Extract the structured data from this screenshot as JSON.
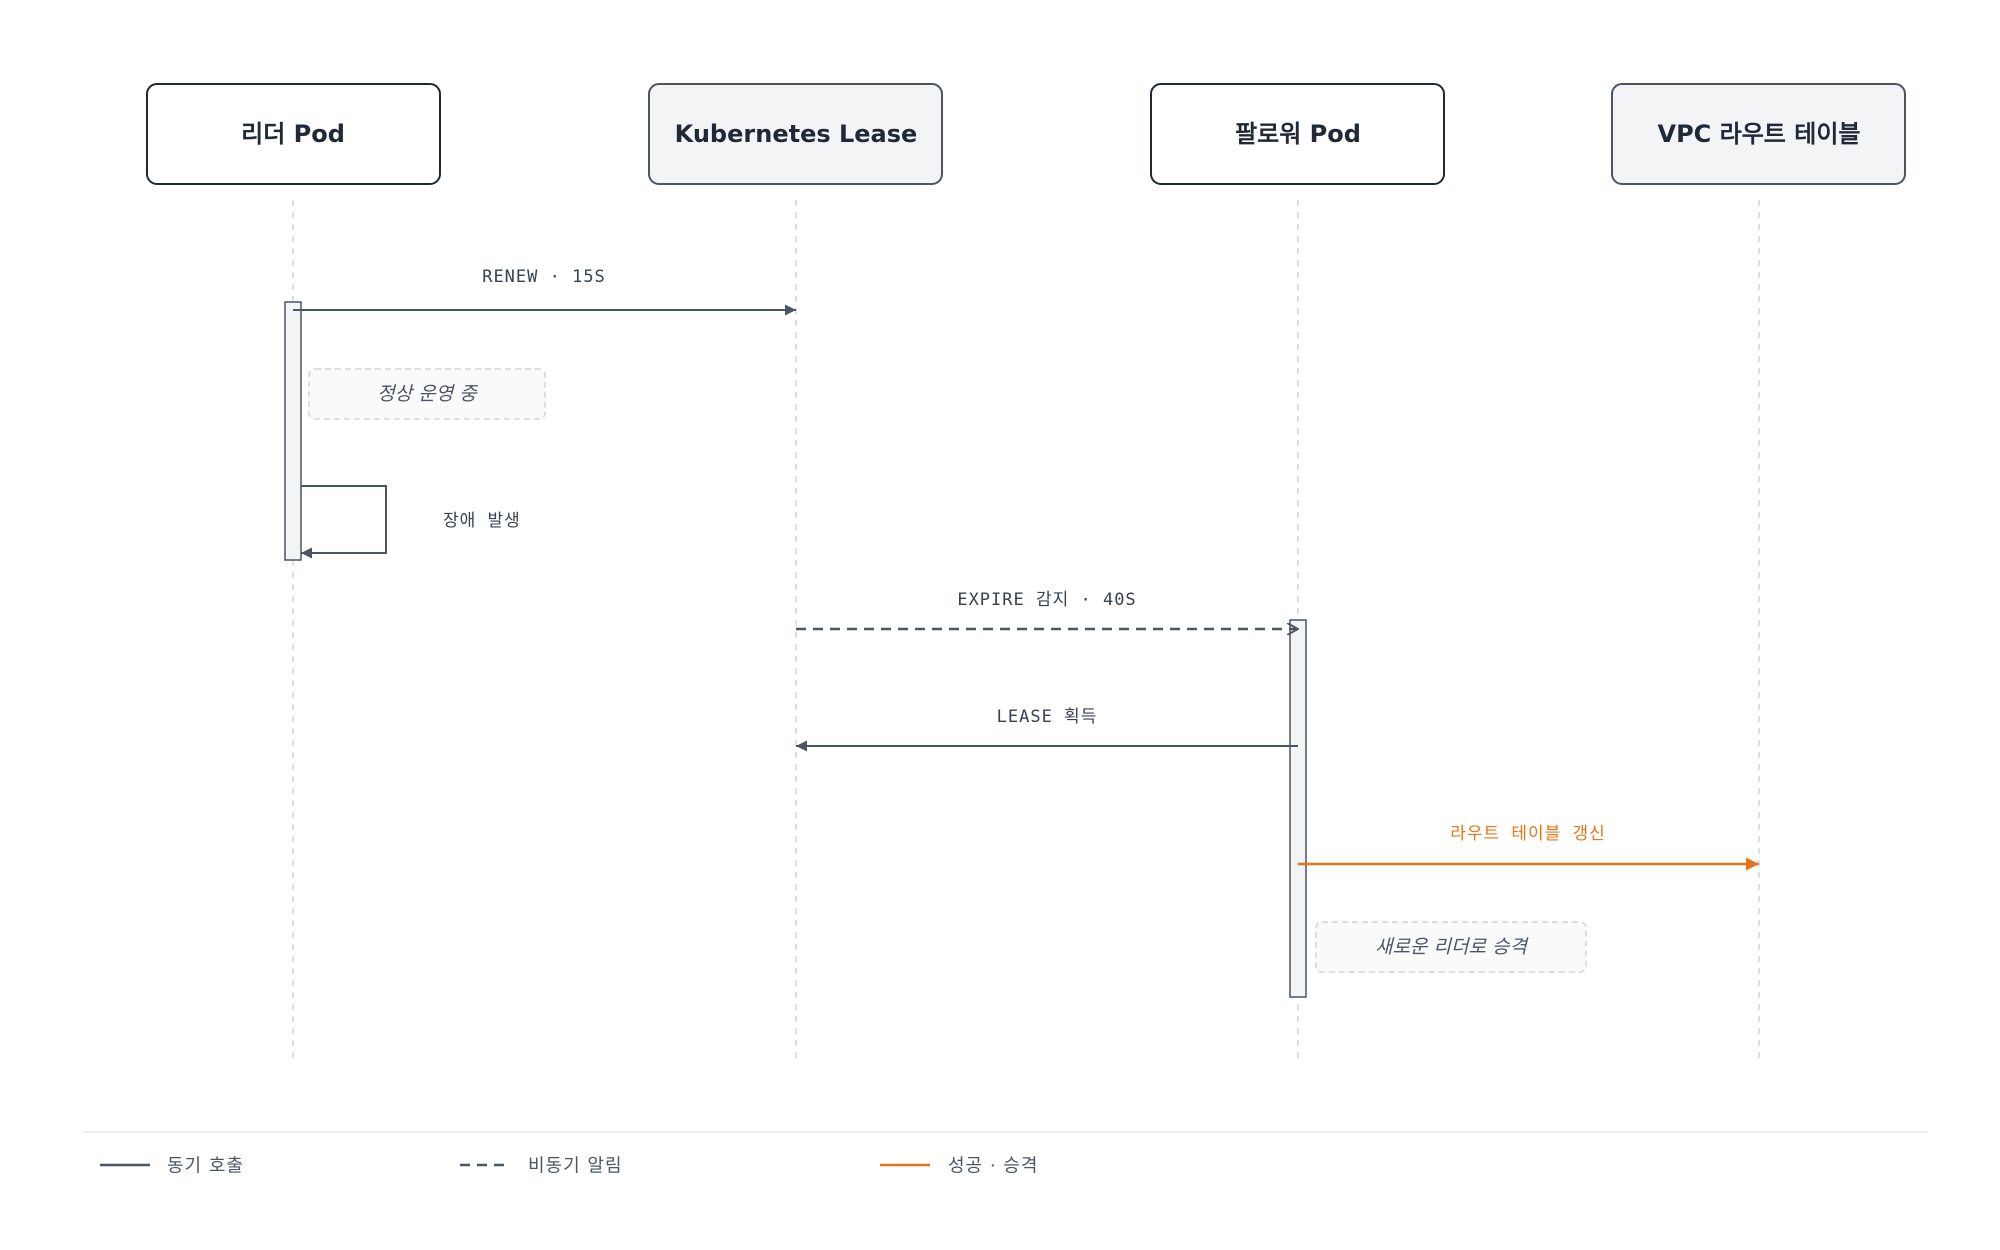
{
  "colors": {
    "line": "#4b5563",
    "success": "#ea7516",
    "lifeline": "#d1d5db",
    "note_border": "#d1d5db",
    "note_fill": "#fafafa",
    "activation_fill": "#f3f4f6",
    "box_fill_alt": "#f3f4f6"
  },
  "actors": [
    {
      "id": "leader",
      "label": "리더 Pod"
    },
    {
      "id": "lease",
      "label": "Kubernetes Lease"
    },
    {
      "id": "follower",
      "label": "팔로워 Pod"
    },
    {
      "id": "vpc",
      "label": "VPC 라우트 테이블"
    }
  ],
  "messages": [
    {
      "id": "renew",
      "from": "leader",
      "to": "lease",
      "label": "RENEW · 15S",
      "style": "sync"
    },
    {
      "id": "failure",
      "from": "leader",
      "to": "leader",
      "label": "장애 발생",
      "style": "self"
    },
    {
      "id": "expire",
      "from": "lease",
      "to": "follower",
      "label": "EXPIRE 감지 · 40S",
      "style": "async"
    },
    {
      "id": "acquire",
      "from": "follower",
      "to": "lease",
      "label": "LEASE 획득",
      "style": "sync"
    },
    {
      "id": "route-update",
      "from": "follower",
      "to": "vpc",
      "label": "라우트 테이블 갱신",
      "style": "success"
    }
  ],
  "notes": [
    {
      "id": "normal",
      "label": "정상 운영 중"
    },
    {
      "id": "promote",
      "label": "새로운 리더로 승격"
    }
  ],
  "legend": {
    "sync": "동기 호출",
    "async": "비동기 알림",
    "success": "성공 · 승격"
  }
}
